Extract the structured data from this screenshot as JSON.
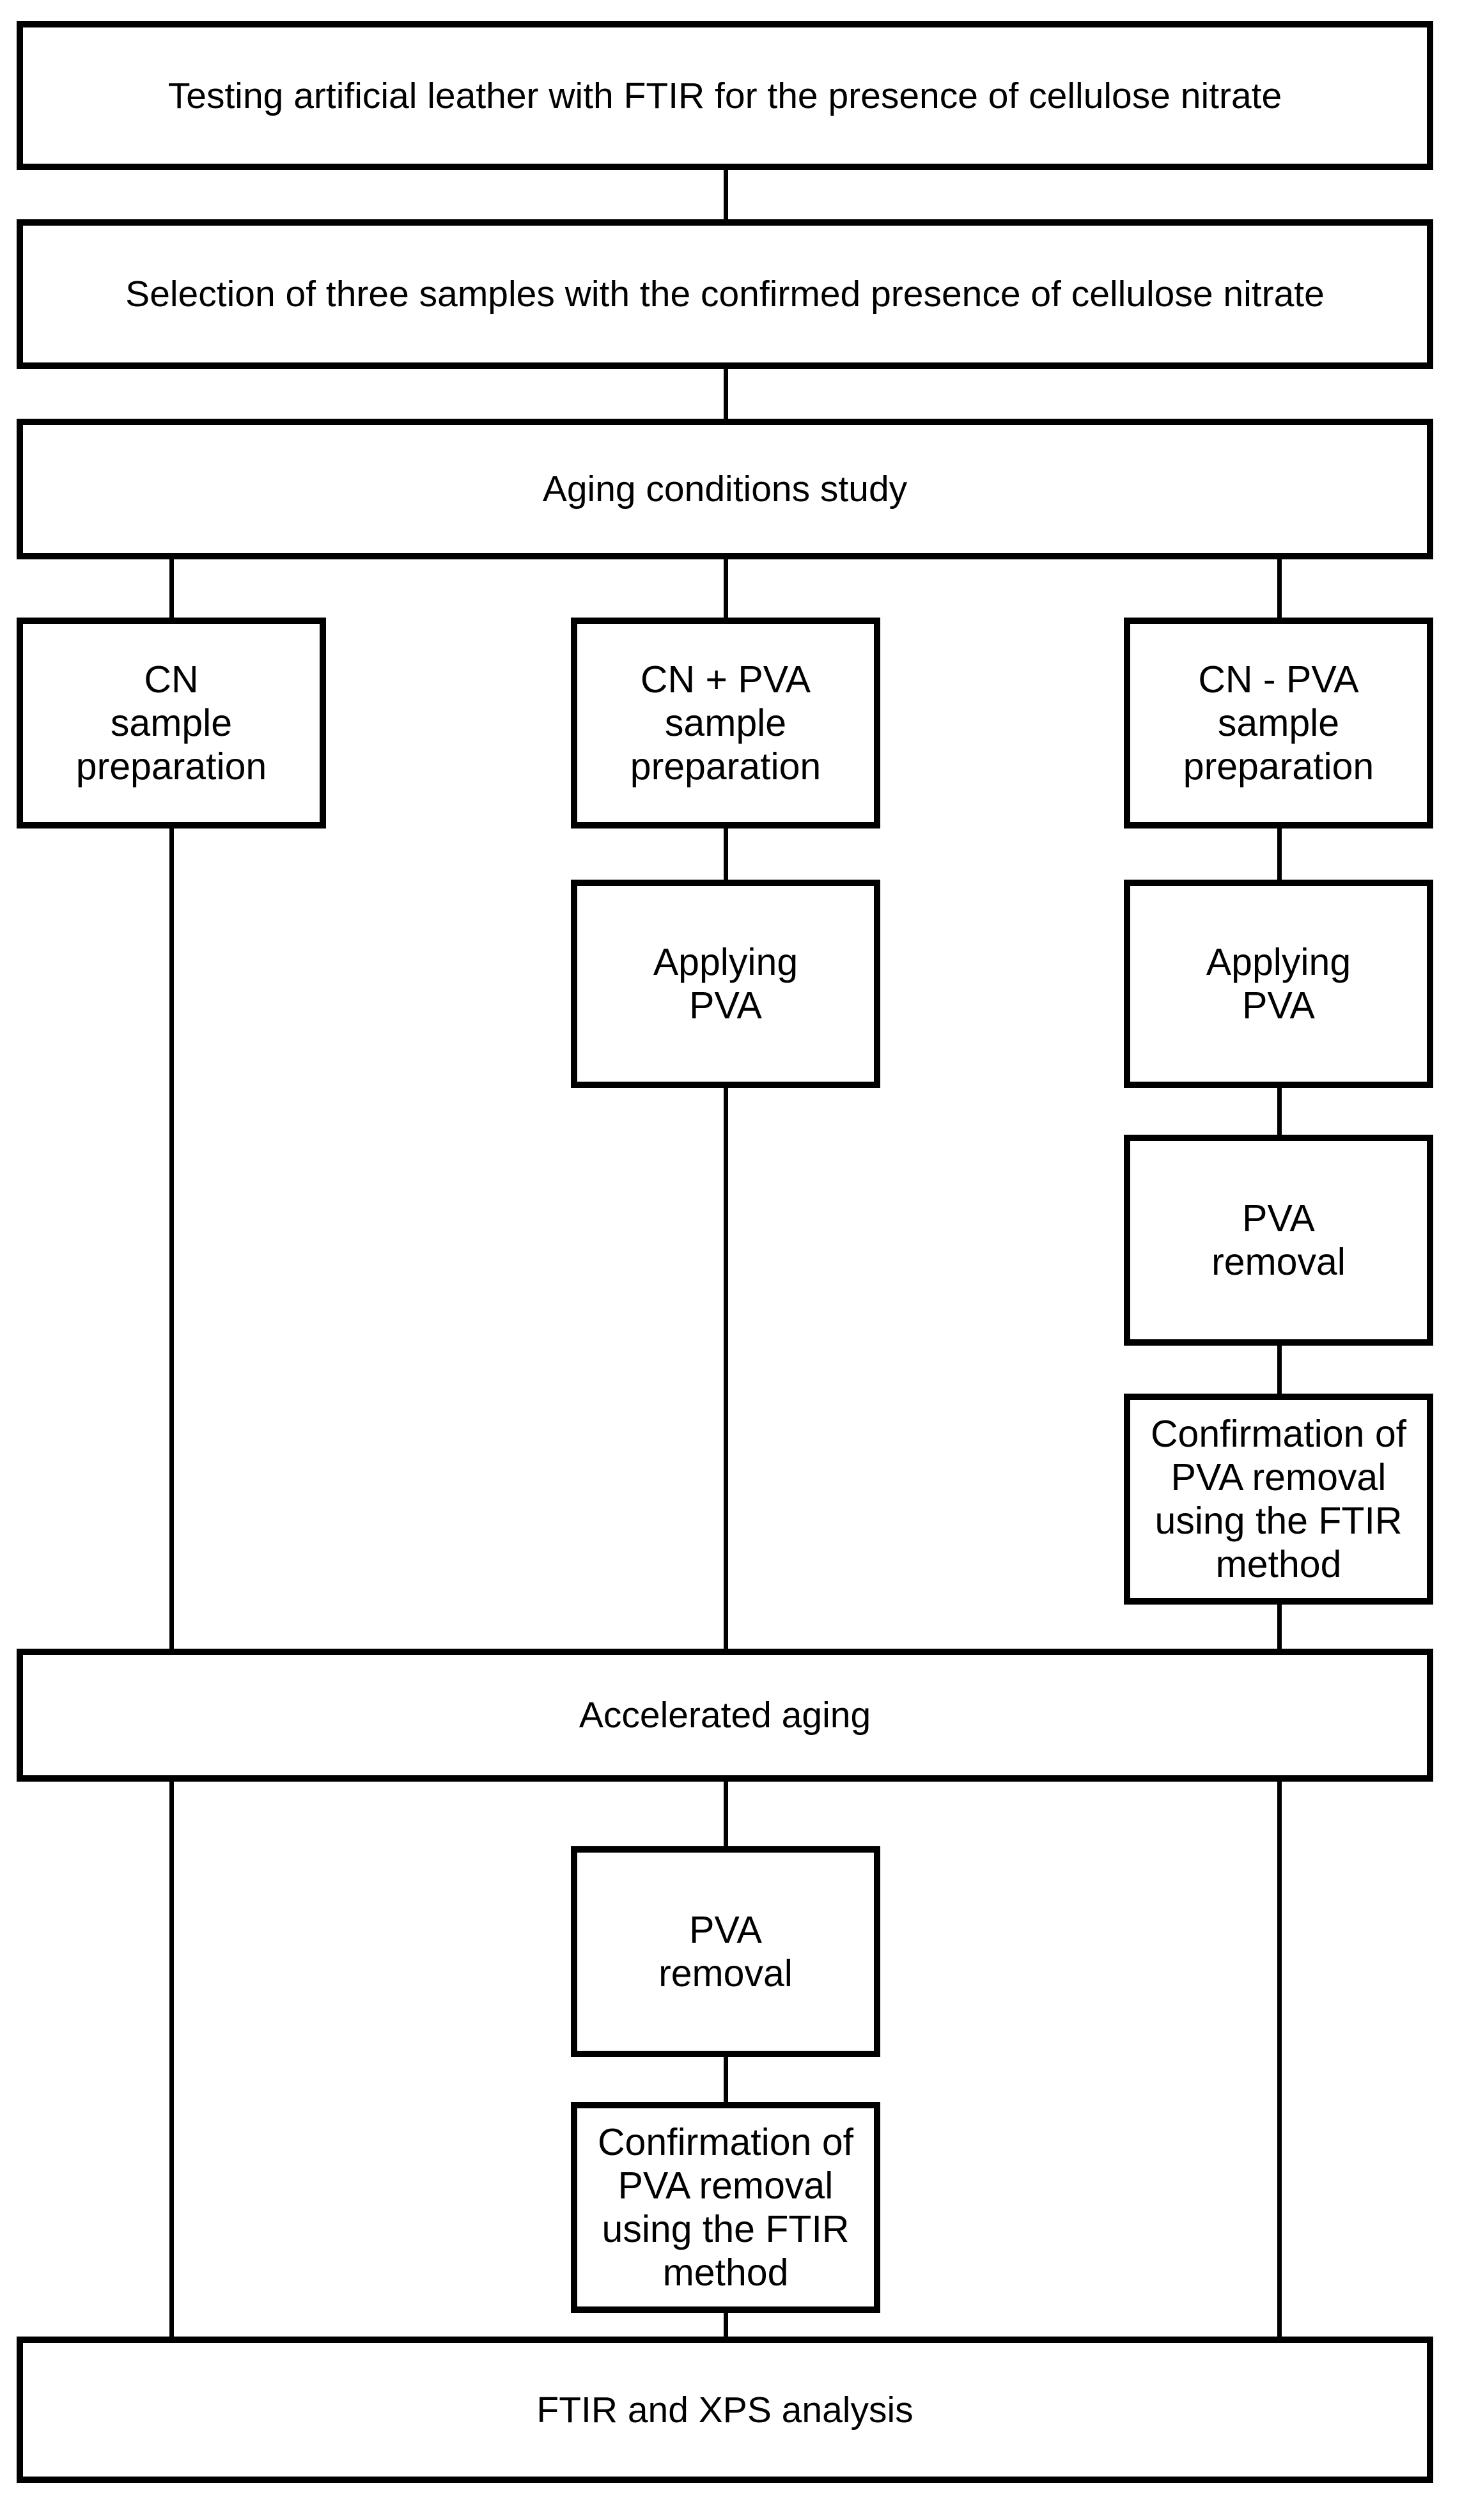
{
  "figure": {
    "type": "flowchart",
    "colors": {
      "ink": "#000000",
      "paper": "#ffffff"
    },
    "nodes": {
      "testing": {
        "label": "Testing artificial leather with FTIR for the presence of cellulose nitrate"
      },
      "selection": {
        "label": "Selection of three samples with the confirmed presence of cellulose nitrate"
      },
      "aging_conditions": {
        "label": "Aging conditions study"
      },
      "cn_prep": {
        "label": "CN\nsample\npreparation"
      },
      "cn_plus_pva_prep": {
        "label": "CN + PVA\nsample\npreparation"
      },
      "cn_minus_pva_prep": {
        "label": "CN - PVA\nsample\npreparation"
      },
      "applying_pva_mid": {
        "label": "Applying\nPVA"
      },
      "applying_pva_right": {
        "label": "Applying\nPVA"
      },
      "pva_removal_right": {
        "label": "PVA\nremoval"
      },
      "confirmation_right": {
        "label": "Confirmation of\nPVA removal\nusing the FTIR\nmethod"
      },
      "accelerated_aging": {
        "label": "Accelerated aging"
      },
      "pva_removal_mid": {
        "label": "PVA\nremoval"
      },
      "confirmation_mid": {
        "label": "Confirmation of\nPVA removal\nusing the FTIR\nmethod"
      },
      "ftir_xps": {
        "label": "FTIR and XPS analysis"
      }
    }
  }
}
